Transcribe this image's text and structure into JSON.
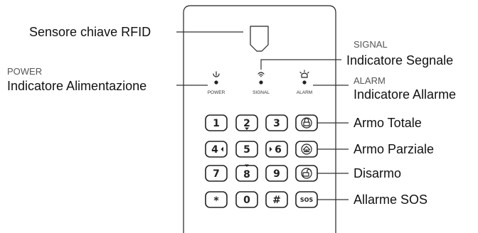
{
  "labels": {
    "rfid": "Sensore chiave RFID",
    "power_caption": "POWER",
    "power": "Indicatore Alimentazione",
    "signal_caption": "SIGNAL",
    "signal": "Indicatore Segnale",
    "alarm_caption": "ALARM",
    "alarm": "Indicatore Allarme",
    "arm_total": "Armo Totale",
    "arm_partial": "Armo Parziale",
    "disarm": "Disarmo",
    "sos": "Allarme SOS"
  },
  "indicators": {
    "power": "POWER",
    "signal": "SIGNAL",
    "alarm": "ALARM"
  },
  "keys": {
    "k1": "1",
    "k2": "2",
    "k3": "3",
    "k4": "4",
    "k5": "5",
    "k6": "6",
    "k7": "7",
    "k8": "8",
    "k9": "9",
    "kstar": "*",
    "k0": "0",
    "khash": "#",
    "ksos": "SOS"
  }
}
